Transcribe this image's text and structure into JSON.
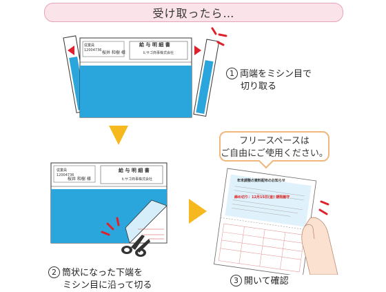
{
  "banner": {
    "title": "受け取ったら…"
  },
  "steps": [
    {
      "num": "1",
      "line1": "両端をミシン目で",
      "line2": "切り取る"
    },
    {
      "num": "2",
      "line1": "筒状になった下端を",
      "line2": "ミシン目に沿って切る"
    },
    {
      "num": "3",
      "line1": "開いて確認",
      "line2": ""
    }
  ],
  "bubble": {
    "line1": "フリースペースは",
    "line2": "ご自由にご使用ください。"
  },
  "slip": {
    "title": "給 与 明 細 書",
    "name": "桜井 和樹 様",
    "id_label": "従業員",
    "id_number": "12004736",
    "company": "ヒサゴ商事株式会社"
  },
  "notice": {
    "title": "年末調整の資料配布のお知らせ",
    "highlight": "締め切り：12月15日(金) 期限厳守"
  },
  "colors": {
    "accent_blue": "#2aa6dc",
    "banner_pink": "#fbe3ea",
    "arrow_yellow": "#f5b81f",
    "bubble_orange": "#f0b67a",
    "marker_red": "#e0202a"
  }
}
